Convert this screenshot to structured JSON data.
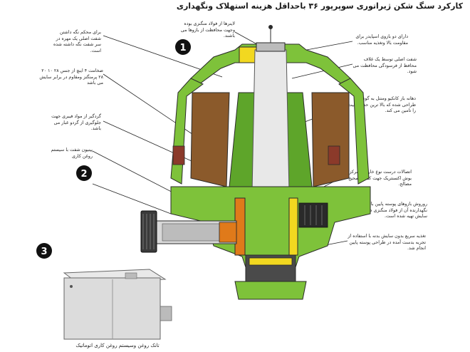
{
  "title": "کارکرد سنگ شکن ژیراتوری سوپرپور ۳۶ باحداقل هزینه استهلاک ونگهداری",
  "callouts": [
    "1",
    "2",
    "3"
  ],
  "labels": {
    "l1": "برای محکم نگه داشتن شفت اصلی یک مهره در سر شفت نگه داشته شده است.",
    "l2": "ضخامت ۴ اینچ از جنس ۲۸ ۱۰ ۲۰ ۲۸ پرمنگنز ومقاوم در برابر سایش می باشد",
    "l3": "گردگیر از مواد فیبری جهت جلوگیری از گردو غبار می باشد.",
    "l4": "پینیون شفت با سیستم روغن کاری",
    "r1": "لاینرها از فولاد منگنزی بوده وجهت محافظت از بازوها می باشند.",
    "r2": "دارای دو بازوی اسپایدر برای مقاومت بالا وتغذیه مناسب.",
    "r3": "شفت اصلی توسط یک غلاف محافظ از فرسودگی محافظت می شود.",
    "r4": "دهانه باز کانکیو ومنتل به گونه ای طراحی شده که بالا ترین حد ظرفیت را تامین می کند.",
    "r5": "اتصالات درست نوع خارج از مرکز بوش اکسنتریک جهت کنترل صحیح مصالح.",
    "r6": "روروش بازوهای پوسته پایین با نگهدارنده آن از فولاد منگنزی ضد سایش تهیه شده است.",
    "r7": "تغذیه سریع بدون سایش بدنه با استفاده از تجربه بدست آمده در طراحی پوسته پایین انجام شد.",
    "caption": "تانک روغن وسیستم روغن کاری اتوماتیک"
  },
  "colors": {
    "frame": "#7ec23a",
    "frame_dark": "#4a8a1c",
    "liner": "#8b5a2b",
    "shaft": "#e8e8e8",
    "yellow": "#f2d820",
    "orange": "#e07a1a",
    "dark": "#2a2a2a"
  }
}
